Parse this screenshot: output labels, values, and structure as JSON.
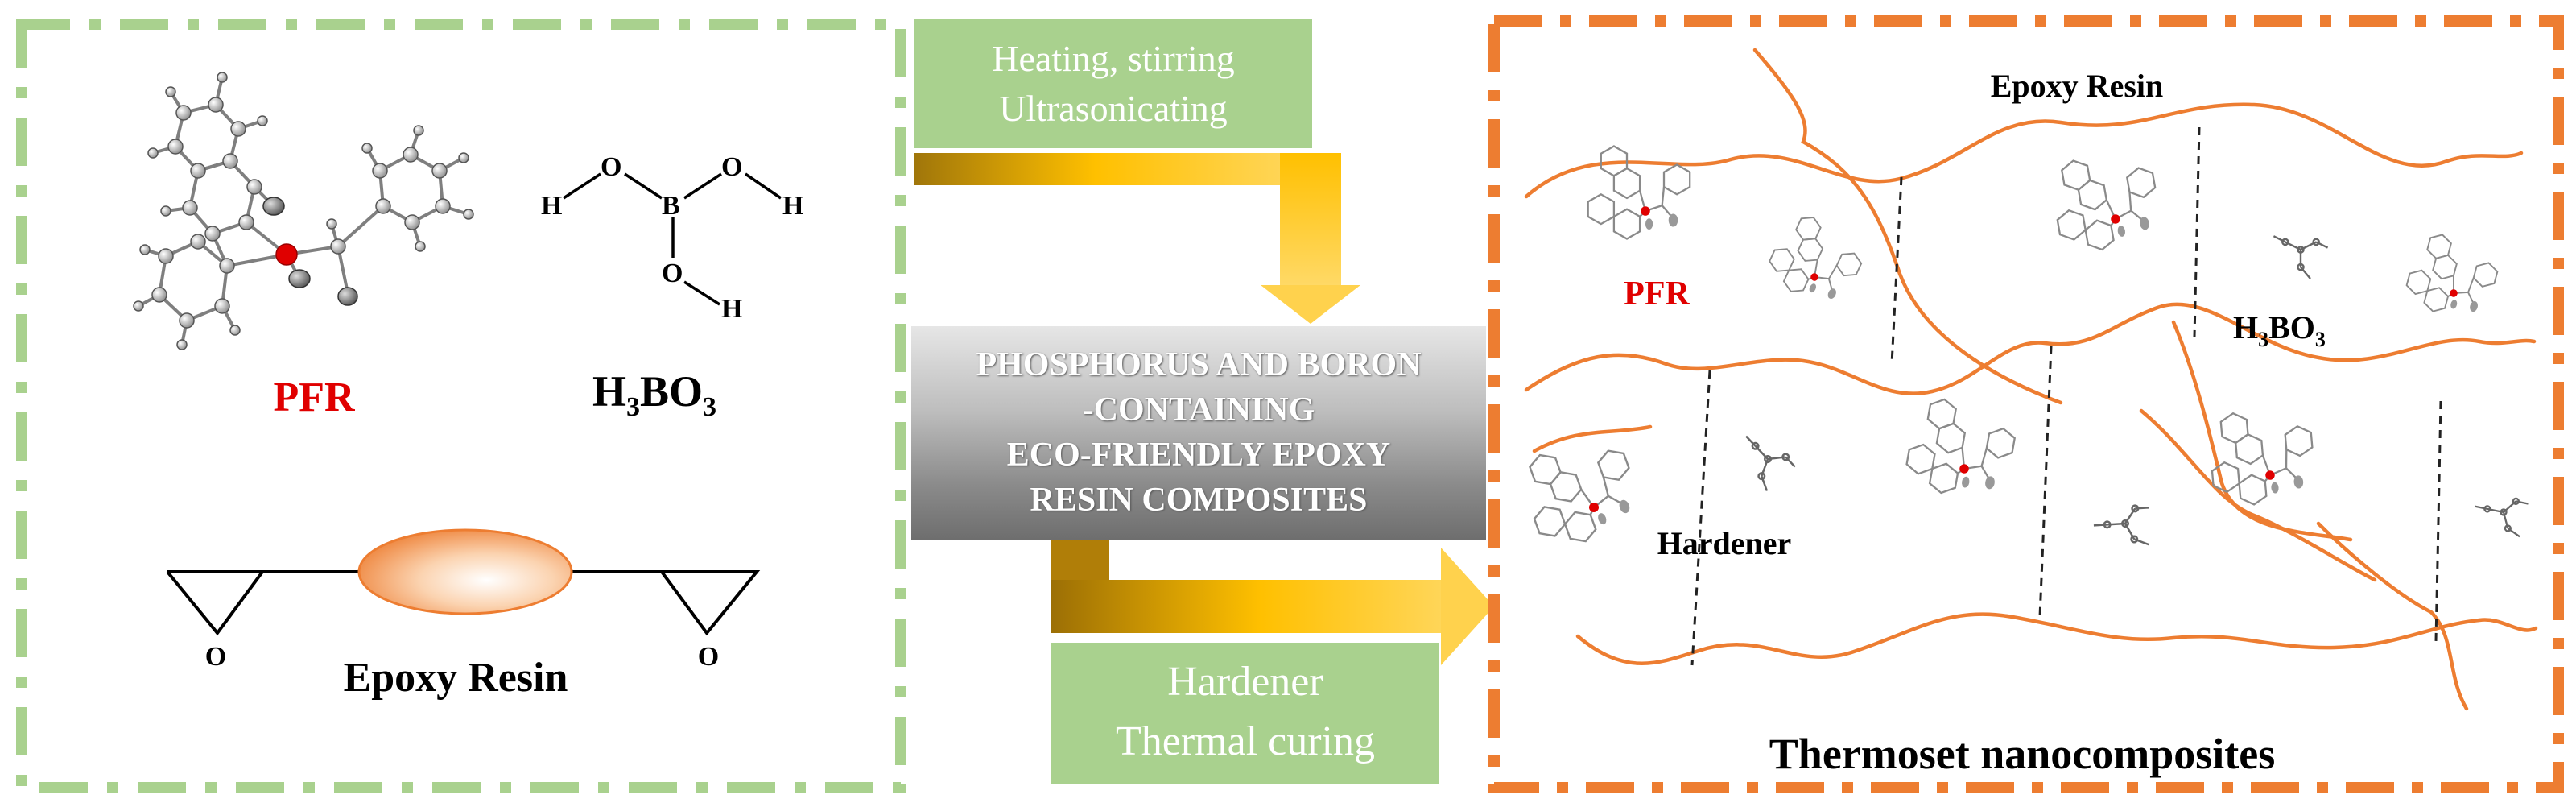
{
  "left_panel": {
    "pfr_label": "PFR",
    "h3bo3_label": {
      "H": "H",
      "sub3a": "3",
      "BO": "BO",
      "sub3b": "3"
    },
    "boric_acid_atoms": {
      "h_left": "H",
      "o_left": "O",
      "b_center": "B",
      "o_right": "O",
      "h_right": "H",
      "o_bottom": "O",
      "h_bottom": "H"
    },
    "epoxy_ring_o": "O",
    "epoxy_resin_label": "Epoxy Resin"
  },
  "process": {
    "step1_lines": [
      "Heating, stirring",
      "Ultrasonicating"
    ],
    "core_lines": [
      "PHOSPHORUS AND BORON",
      "-CONTAINING",
      "ECO-FRIENDLY EPOXY",
      "RESIN COMPOSITES"
    ],
    "step2_lines": [
      "Hardener",
      "Thermal curing"
    ]
  },
  "right_panel": {
    "epoxy_resin_label": "Epoxy Resin",
    "pfr_label": "PFR",
    "h3bo3_label": {
      "H": "H",
      "sub3a": "3",
      "BO": "BO",
      "sub3b": "3"
    },
    "hardener_label": "Hardener",
    "title": "Thermoset nanocomposites"
  },
  "colors": {
    "left_border": "#a9d18e",
    "right_border": "#ed7d31",
    "resin_line": "#ed7d31",
    "step_box": "#a9d18e",
    "arrow_gold": "#ffc000",
    "pfr_red": "#e00000",
    "phosphorus_atom": "#e00000"
  }
}
